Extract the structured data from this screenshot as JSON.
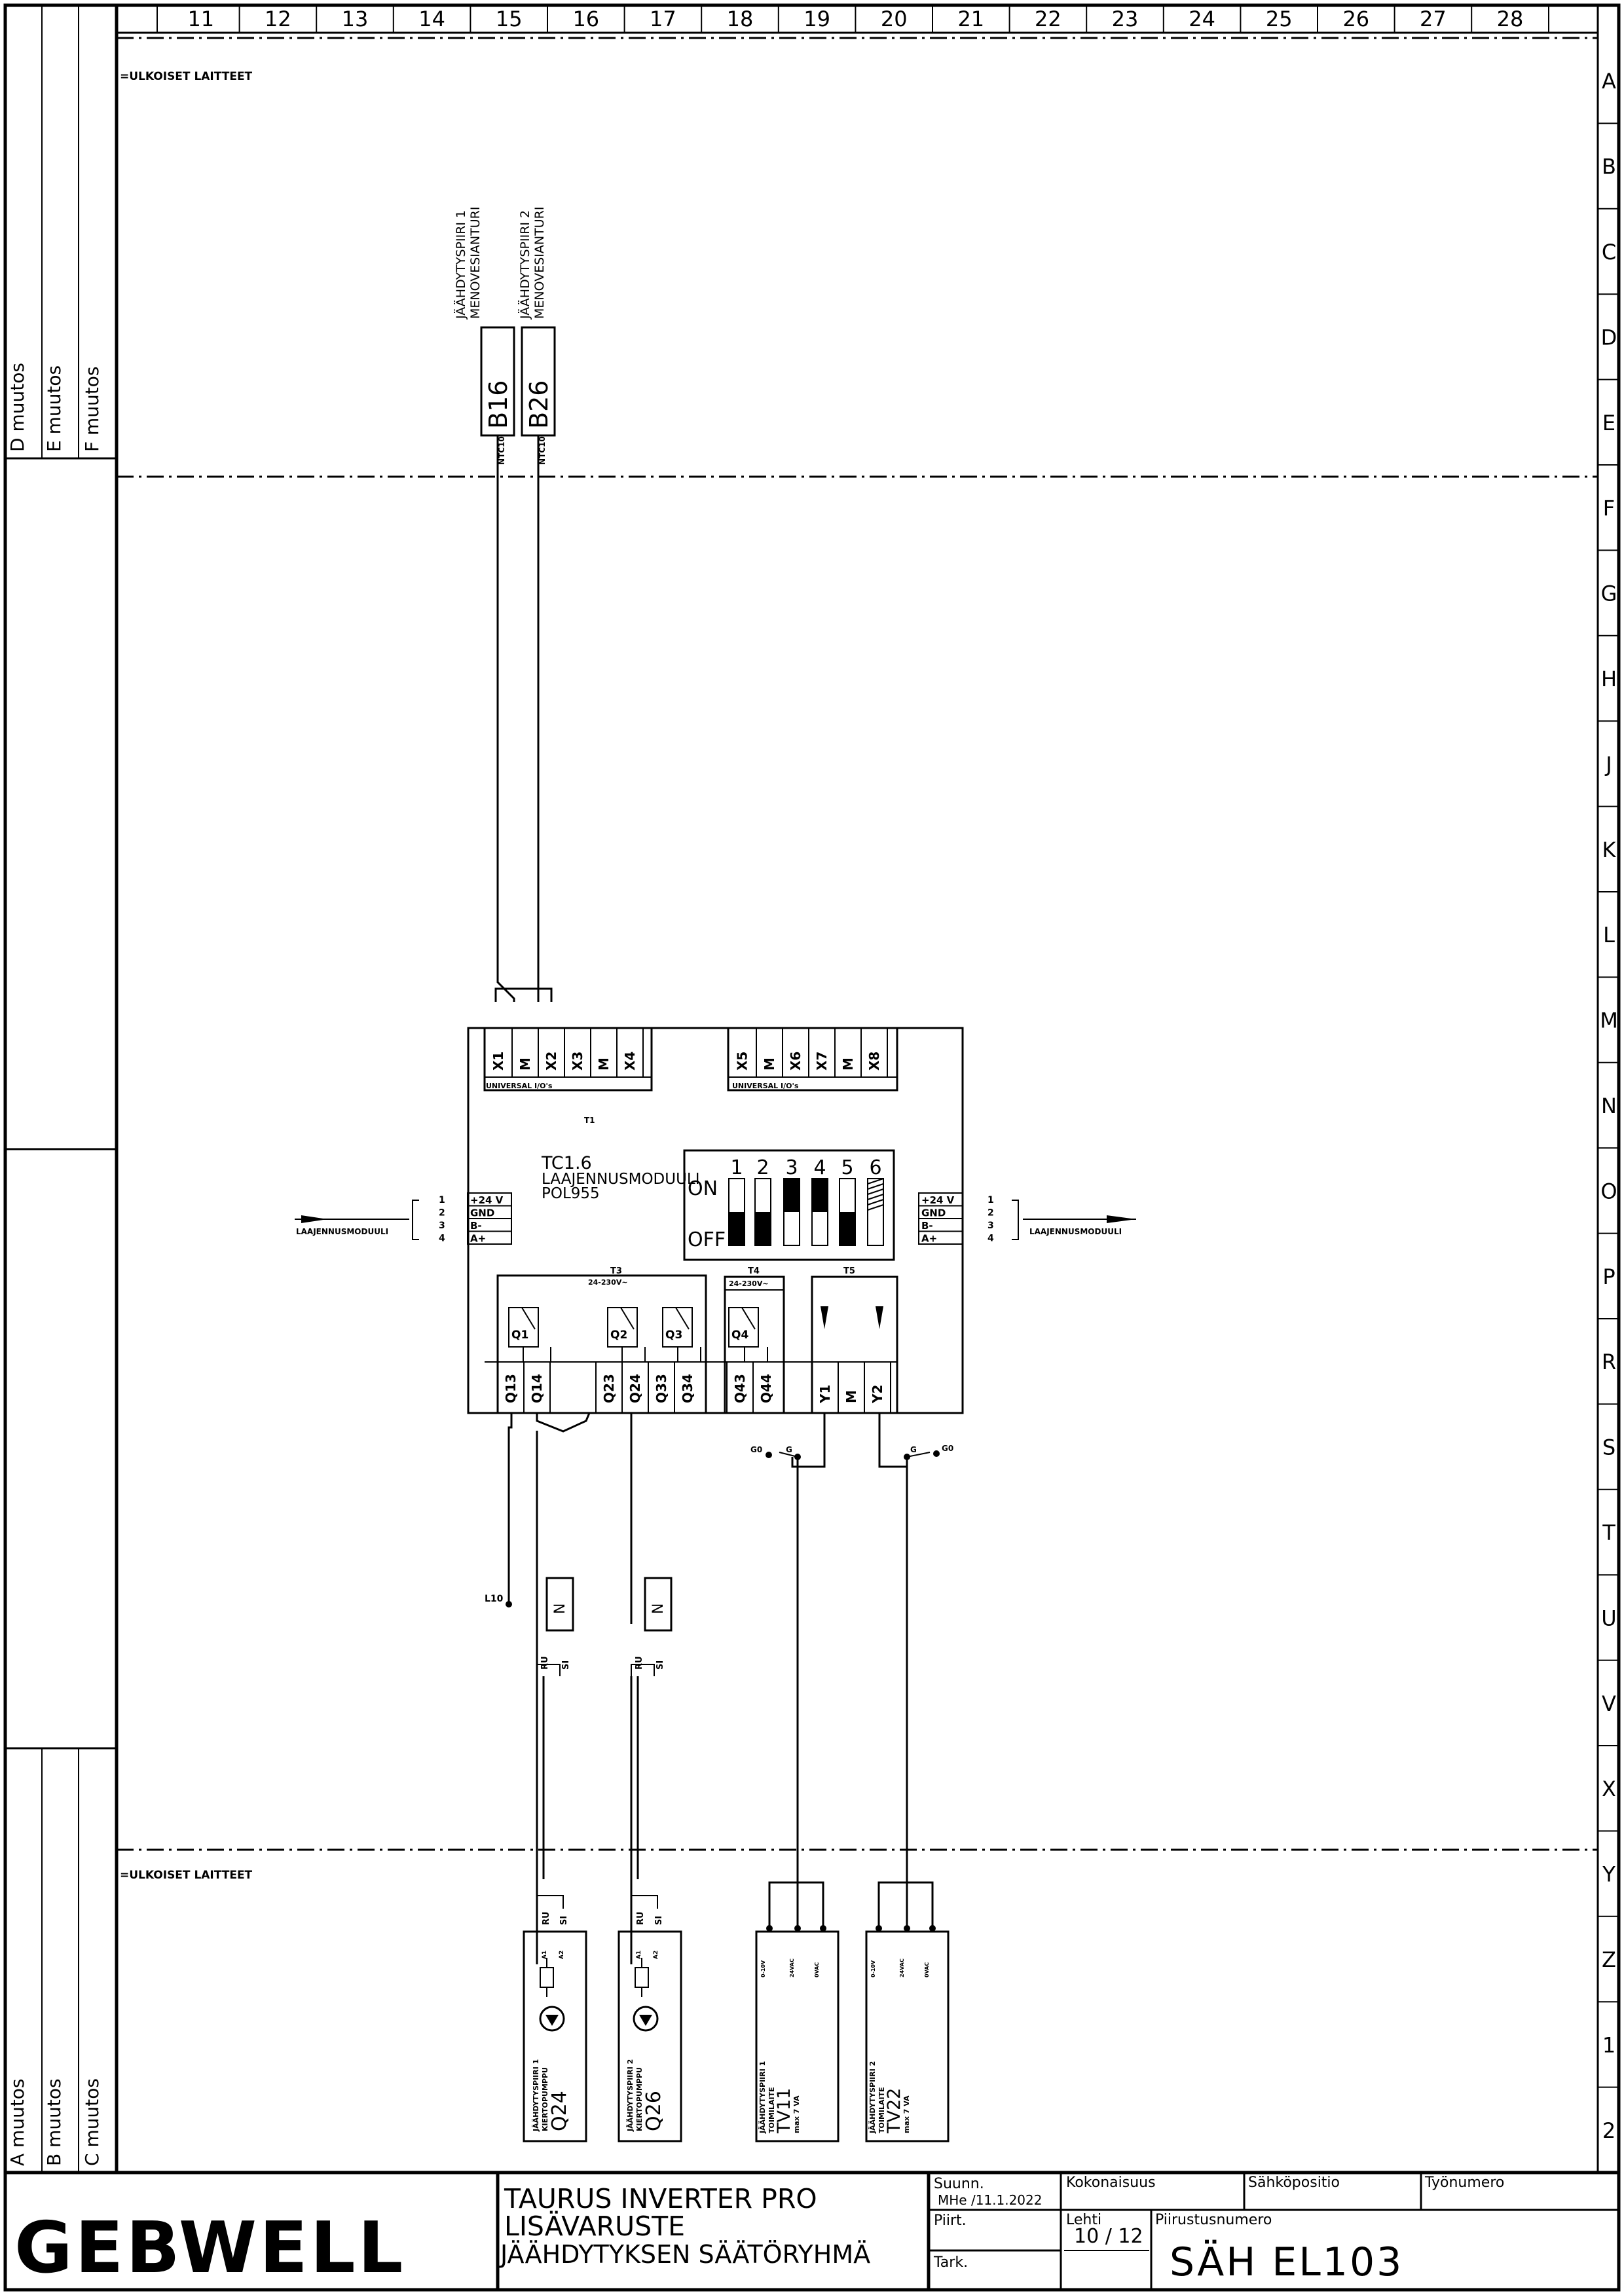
{
  "column_numbers": [
    "11",
    "12",
    "13",
    "14",
    "15",
    "16",
    "17",
    "18",
    "19",
    "20",
    "21",
    "22",
    "23",
    "24",
    "25",
    "26",
    "27",
    "28"
  ],
  "row_letters": [
    "A",
    "B",
    "C",
    "D",
    "E",
    "F",
    "G",
    "H",
    "J",
    "K",
    "L",
    "M",
    "N",
    "O",
    "P",
    "R",
    "S",
    "T",
    "U",
    "V",
    "X",
    "Y",
    "Z",
    "1",
    "2"
  ],
  "revision_upper": [
    "D muutos",
    "E muutos",
    "F muutos"
  ],
  "revision_lower": [
    "A muutos",
    "B muutos",
    "C muutos"
  ],
  "external_devices_label": "=ULKOISET LAITTEET",
  "sensors": [
    {
      "tag": "B16",
      "type": "NTC10",
      "desc1": "JÄÄHDYTYSPIIRI 1",
      "desc2": "MENOVESIANTURI"
    },
    {
      "tag": "B26",
      "type": "NTC10",
      "desc1": "JÄÄHDYTYSPIIRI 2",
      "desc2": "MENOVESIANTURI"
    }
  ],
  "module": {
    "title1": "TC1.6",
    "title2": "LAAJENNUSMODUULI",
    "title3": "POL955",
    "t1_terms": [
      "X1",
      "M",
      "X2",
      "X3",
      "M",
      "X4"
    ],
    "t1_terms_b": [
      "X5",
      "M",
      "X6",
      "X7",
      "M",
      "X8"
    ],
    "universal": "UNIVERSAL I/O's",
    "t1": "T1",
    "dip_on": "ON",
    "dip_off": "OFF",
    "dip_numbers": [
      "1",
      "2",
      "3",
      "4",
      "5",
      "6"
    ],
    "bus_terms": [
      "+24 V",
      "GND",
      "B-",
      "A+"
    ],
    "bus_nums": [
      "1",
      "2",
      "3",
      "4"
    ],
    "bus_label": "LAAJENNUSMODUULI",
    "t3": "T3",
    "t3_volt": "24-230V~",
    "t4": "T4",
    "t4_volt": "24-230V~",
    "t5": "T5",
    "relays": [
      "Q1",
      "Q2",
      "Q3",
      "Q4"
    ],
    "out_terms": [
      "Q13",
      "Q14",
      "Q23",
      "Q24",
      "Q33",
      "Q34",
      "Q43",
      "Q44",
      "Y1",
      "M",
      "Y2"
    ]
  },
  "g_labels": [
    "G0",
    "G",
    "G",
    "G0"
  ],
  "l10": "L10",
  "n_label": "N",
  "ru_label": "RU",
  "si_label": "SI",
  "a1_label": "A1",
  "a2_label": "A2",
  "pumps": [
    {
      "tag": "Q24",
      "desc1": "JÄÄHDYTYSPIIRI 1",
      "desc2": "KIERTOPUMPPU"
    },
    {
      "tag": "Q26",
      "desc1": "JÄÄHDYTYSPIIRI 2",
      "desc2": "KIERTOPUMPPU"
    }
  ],
  "valves": [
    {
      "tag": "TV11",
      "desc1": "JÄÄHDYTYSPIIRI 1",
      "desc2": "TOIMILAITE",
      "desc3": "max 7 VA"
    },
    {
      "tag": "TV22",
      "desc1": "JÄÄHDYTYSPIIRI 2",
      "desc2": "TOIMILAITE",
      "desc3": "max 7 VA"
    }
  ],
  "valve_terms": [
    "0-10V",
    "24VAC",
    "0VAC"
  ],
  "title_block": {
    "logo": "GEBWELL",
    "line1": "TAURUS INVERTER PRO",
    "line2": "LISÄVARUSTE",
    "line3": "JÄÄHDYTYKSEN SÄÄTÖRYHMÄ",
    "suunn_label": "Suunn.",
    "suunn_value": "MHe /11.1.2022",
    "piirt_label": "Piirt.",
    "tark_label": "Tark.",
    "kokonaisuus": "Kokonaisuus",
    "sahkopositio": "Sähköpositio",
    "tyonumero": "Työnumero",
    "lehti_label": "Lehti",
    "lehti_value": "10 / 12",
    "piirustusnumero_label": "Piirustusnumero",
    "piirustusnumero_value": "SÄH EL103"
  }
}
